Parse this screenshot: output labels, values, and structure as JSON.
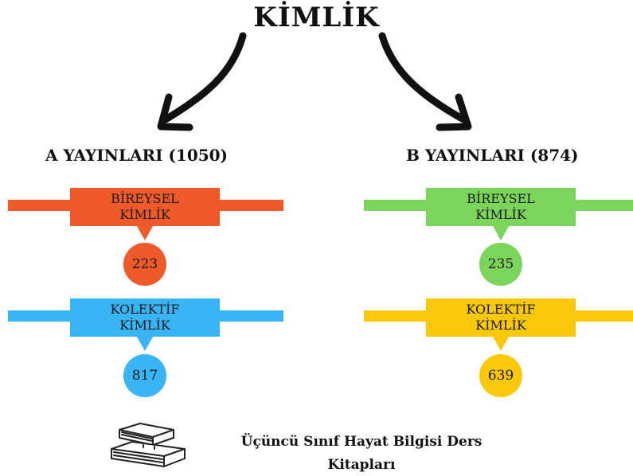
{
  "title": "KİMLİK",
  "groups": [
    {
      "heading": "A YAYINLARI (1050)",
      "items": [
        {
          "line1": "BİREYSEL",
          "line2": "KİMLİK",
          "value": "223",
          "color": "#ef5a2a"
        },
        {
          "line1": "KOLEKTİF",
          "line2": "KİMLİK",
          "value": "817",
          "color": "#39b4f5"
        }
      ]
    },
    {
      "heading": "B YAYINLARI (874)",
      "items": [
        {
          "line1": "BİREYSEL",
          "line2": "KİMLİK",
          "value": "235",
          "color": "#7cd55b"
        },
        {
          "line1": "KOLEKTİF",
          "line2": "KİMLİK",
          "value": "639",
          "color": "#fac80b"
        }
      ]
    }
  ],
  "caption": {
    "line1": "Üçüncü Sınıf Hayat Bilgisi Ders",
    "line2": "Kitapları"
  },
  "icons": {
    "arrows": "curved-arrow-icon",
    "books": "books-icon"
  }
}
